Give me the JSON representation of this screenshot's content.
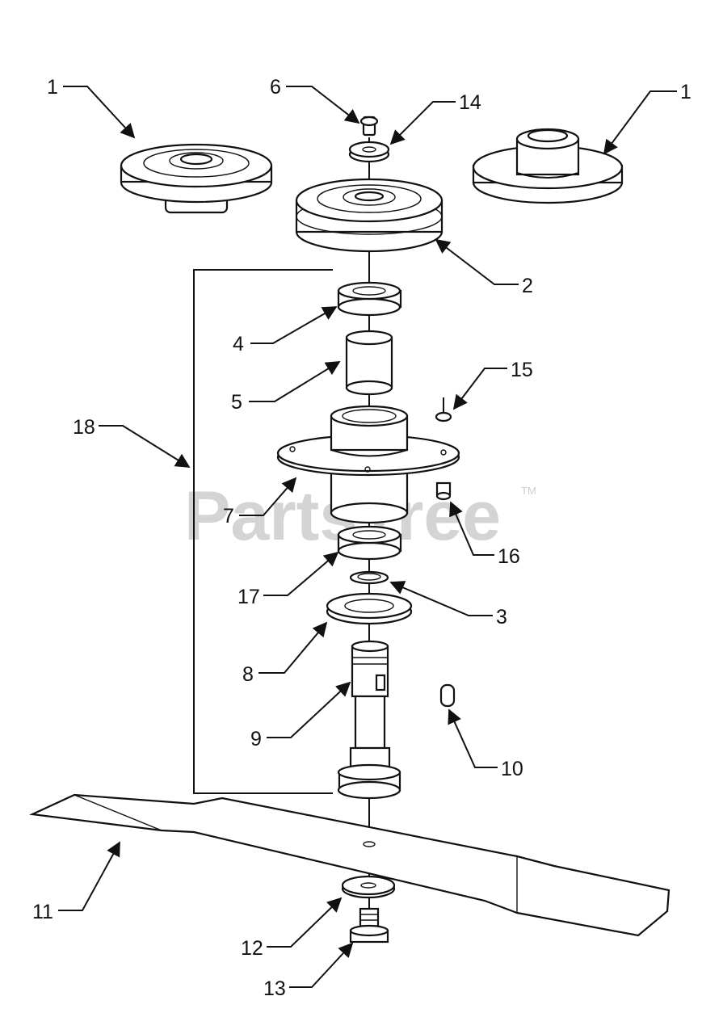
{
  "watermark": {
    "text": "PartsTree",
    "trademark": "TM"
  },
  "callouts": [
    {
      "id": "left-pulley",
      "label": "1"
    },
    {
      "id": "right-pulley",
      "label": "1"
    },
    {
      "id": "spindle-pulley",
      "label": "2"
    },
    {
      "id": "retaining-ring",
      "label": "3"
    },
    {
      "id": "upper-bearing",
      "label": "4"
    },
    {
      "id": "spacer",
      "label": "5"
    },
    {
      "id": "top-nut",
      "label": "6"
    },
    {
      "id": "spindle-housing",
      "label": "7"
    },
    {
      "id": "bearing-cup",
      "label": "8"
    },
    {
      "id": "spindle-shaft",
      "label": "9"
    },
    {
      "id": "key",
      "label": "10"
    },
    {
      "id": "blade",
      "label": "11"
    },
    {
      "id": "blade-washer",
      "label": "12"
    },
    {
      "id": "blade-bolt",
      "label": "13"
    },
    {
      "id": "top-washer",
      "label": "14"
    },
    {
      "id": "zerk-fitting",
      "label": "15"
    },
    {
      "id": "housing-screw",
      "label": "16"
    },
    {
      "id": "lower-bearing",
      "label": "17"
    },
    {
      "id": "spindle-assembly",
      "label": "18"
    }
  ]
}
